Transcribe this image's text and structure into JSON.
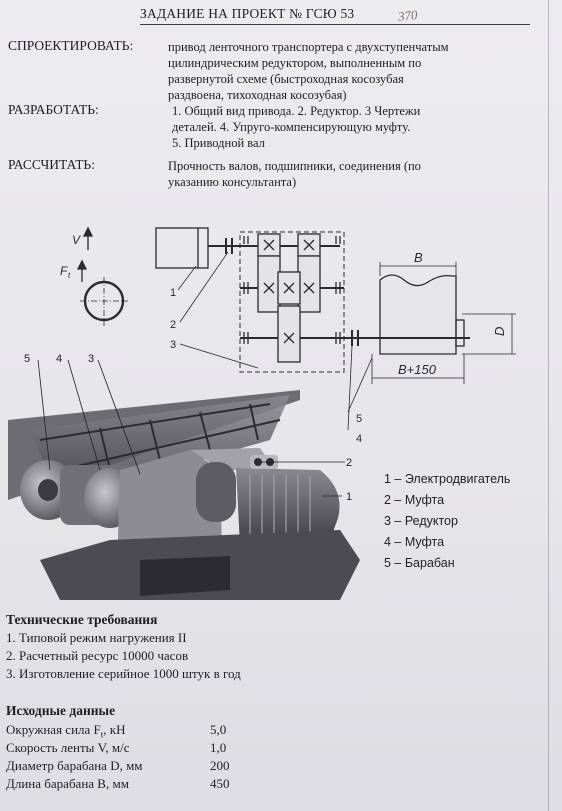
{
  "header": {
    "title": "ЗАДАНИЕ НА ПРОЕКТ № ГСЮ 53",
    "stamp": "370"
  },
  "sections": {
    "design": {
      "label": "СПРОЕКТИРОВАТЬ:",
      "lines": [
        "привод ленточного транспортера с двухступенчатым",
        "цилиндрическим редуктором, выполненным по",
        "развернутой схеме (быстроходная косозубая",
        "раздвоена, тихоходная косозубая)"
      ]
    },
    "develop": {
      "label": "РАЗРАБОТАТЬ:",
      "lines": [
        "1. Общий вид привода. 2. Редуктор. 3 Чертежи",
        "деталей. 4. Упруго-компенсирующую муфту.",
        "5. Приводной вал"
      ]
    },
    "calculate": {
      "label": "РАССЧИТАТЬ:",
      "lines": [
        "Прочность валов, подшипники, соединения (по",
        "указанию консультанта)"
      ]
    }
  },
  "diagram": {
    "v_label": "V",
    "ft_label": "F",
    "ft_sub": "t",
    "b_label": "B",
    "d_label": "D",
    "b150_label": "B+150",
    "callouts": [
      "1",
      "2",
      "3",
      "4",
      "5"
    ],
    "photo_callouts": [
      "5",
      "4",
      "3",
      "2",
      "1"
    ]
  },
  "legend": [
    "1 – Электродвигатель",
    "2 – Муфта",
    "3 – Редуктор",
    "4 – Муфта",
    "5 – Барабан"
  ],
  "tech": {
    "title": "Технические требования",
    "items": [
      "1. Типовой режим нагружения II",
      "2. Расчетный ресурс 10000 часов",
      "3. Изготовление серийное 1000 штук в год"
    ]
  },
  "input_data": {
    "title": "Исходные данные",
    "rows": [
      {
        "label": "Окружная сила F",
        "sub": "t",
        "unit": ", кН",
        "value": "5,0"
      },
      {
        "label": "Скорость ленты V, м/с",
        "sub": "",
        "unit": "",
        "value": "1,0"
      },
      {
        "label": "Диаметр барабана D, мм",
        "sub": "",
        "unit": "",
        "value": "200"
      },
      {
        "label": "Длина барабана B, мм",
        "sub": "",
        "unit": "",
        "value": "450"
      }
    ]
  }
}
